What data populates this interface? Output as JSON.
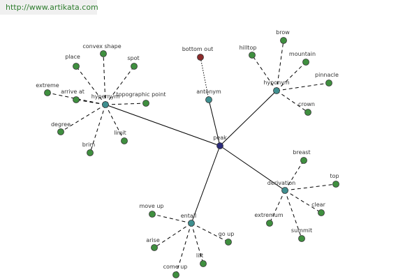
{
  "watermark": "http://www.artikata.com",
  "colors": {
    "center": "#2a2a7a",
    "relation": "#3f8f8f",
    "word": "#3f8f3f",
    "antonym_word": "#8b2a2a"
  },
  "graph": {
    "center": {
      "id": "peak",
      "label": "peak"
    },
    "relations": [
      {
        "id": "hypernym",
        "label": "hypernym",
        "words": [
          "convex shape",
          "place",
          "spot",
          "extreme",
          "arrive at",
          "topographic point",
          "degree",
          "limit",
          "brim"
        ]
      },
      {
        "id": "antonym",
        "label": "antonym",
        "words": [
          "bottom out"
        ]
      },
      {
        "id": "hyponym",
        "label": "hyponym",
        "words": [
          "brow",
          "hilltop",
          "mountain",
          "pinnacle",
          "crown"
        ]
      },
      {
        "id": "derivation",
        "label": "derivation",
        "words": [
          "breast",
          "top",
          "clear",
          "extremum",
          "summit"
        ]
      },
      {
        "id": "entail",
        "label": "entail",
        "words": [
          "move up",
          "go up",
          "arise",
          "lift",
          "come up"
        ]
      }
    ]
  }
}
